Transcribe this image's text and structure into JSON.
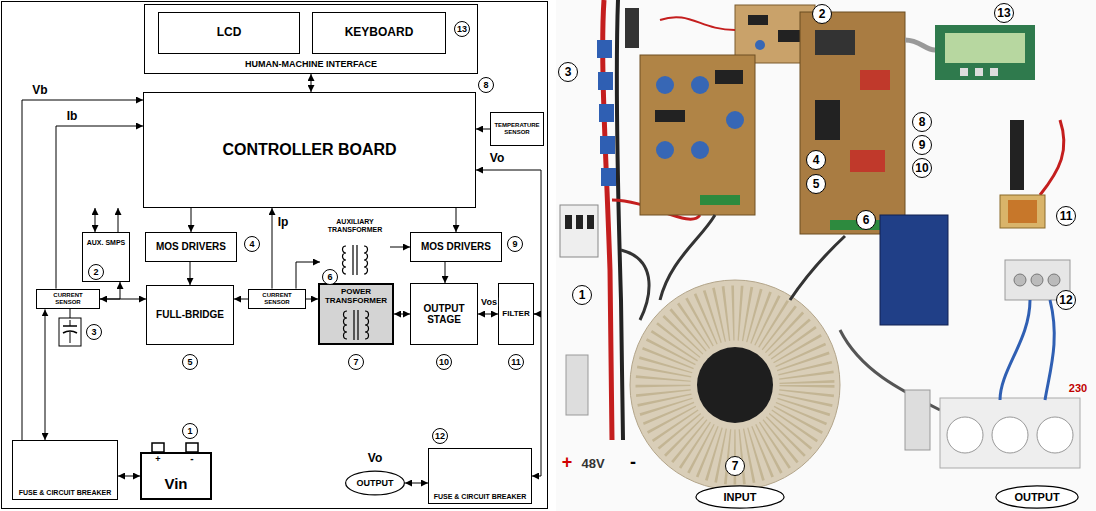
{
  "diagram": {
    "nodes": [
      {
        "text": [
          "HUMAN-MACHINE INTERFACE"
        ]
      },
      {
        "text": [
          "LCD"
        ],
        "in": 0
      },
      {
        "text": [
          "KEYBOARD"
        ],
        "in": 0
      },
      {
        "text": [
          "CONTROLLER BOARD"
        ]
      },
      {
        "text": [
          "TEMPERATURE SENSOR"
        ]
      },
      {
        "text": [
          "AUX. SMPS"
        ]
      },
      {
        "text": [
          "MOS DRIVERS"
        ]
      },
      {
        "text": [
          "CURRENT SENSOR"
        ]
      },
      {
        "text": [
          "FULL-BRIDGE"
        ]
      },
      {
        "text": [
          "AUXILIARY TRANSFORMER"
        ]
      },
      {
        "text": [
          "CURRENT SENSOR"
        ]
      },
      {
        "text": [
          "POWER TRANSFORMER"
        ]
      },
      {
        "text": [
          "MOS DRIVERS"
        ]
      },
      {
        "text": [
          "OUTPUT STAGE"
        ]
      },
      {
        "text": [
          "FILTER"
        ]
      },
      {
        "text": [
          "FUSE & CIRCUIT BREAKER"
        ]
      },
      {
        "text": [
          "Vin"
        ]
      },
      {
        "text": [
          "OUTPUT"
        ]
      },
      {
        "text": [
          "FUSE & CIRCUIT BREAKER"
        ]
      },
      {
        "text": [
          "INPUT"
        ]
      },
      {
        "text": [
          "OUTPUT"
        ]
      }
    ],
    "edges": [
      {
        "from": 0,
        "to": 3,
        "arrow": "both"
      },
      {
        "from": 4,
        "to": 3,
        "arrow": "to"
      },
      {
        "from": 5,
        "to": 3,
        "arrow": "both"
      },
      {
        "from": 5,
        "to": 3,
        "arrow": "to"
      },
      {
        "from": 3,
        "to": 6,
        "arrow": "to"
      },
      {
        "from": 3,
        "to": 12,
        "arrow": "to"
      },
      {
        "from": 15,
        "to": 3,
        "arrow": "to",
        "label": "Vb"
      },
      {
        "from": 7,
        "to": 3,
        "arrow": "to",
        "label": "Ib"
      },
      {
        "from": 10,
        "to": 3,
        "arrow": "to",
        "label": "Ip"
      },
      {
        "from": 14,
        "to": 3,
        "arrow": "to",
        "label": "Vo"
      },
      {
        "from": 6,
        "to": 8,
        "arrow": "to"
      },
      {
        "from": 12,
        "to": 13,
        "arrow": "to"
      },
      {
        "from": 7,
        "to": 5,
        "arrow": "to"
      },
      {
        "from": 15,
        "to": 7,
        "arrow": "both"
      },
      {
        "from": 7,
        "to": 8,
        "arrow": "both"
      },
      {
        "from": 10,
        "to": 8,
        "arrow": "to"
      },
      {
        "from": 10,
        "to": 11,
        "arrow": "to"
      },
      {
        "from": 10,
        "to": 9,
        "arrow": "to"
      },
      {
        "from": 9,
        "to": 12,
        "arrow": "to"
      },
      {
        "from": 11,
        "to": 13,
        "arrow": "both"
      },
      {
        "from": 13,
        "to": 14,
        "arrow": "both",
        "label": "Vos"
      },
      {
        "from": 14,
        "to": 18,
        "arrow": "both"
      },
      {
        "from": 18,
        "to": 17,
        "arrow": "both"
      },
      {
        "from": 15,
        "to": 16,
        "arrow": "both"
      }
    ],
    "labels": [
      "Vo",
      "+",
      "-",
      "13",
      "8",
      "2",
      "4",
      "6",
      "9",
      "3",
      "5",
      "7",
      "10",
      "11",
      "1",
      "12",
      "3",
      "2",
      "13",
      "4",
      "5",
      "8",
      "9",
      "10",
      "11",
      "6",
      "12",
      "1",
      "7",
      "+",
      "48V",
      "-",
      "230"
    ]
  }
}
